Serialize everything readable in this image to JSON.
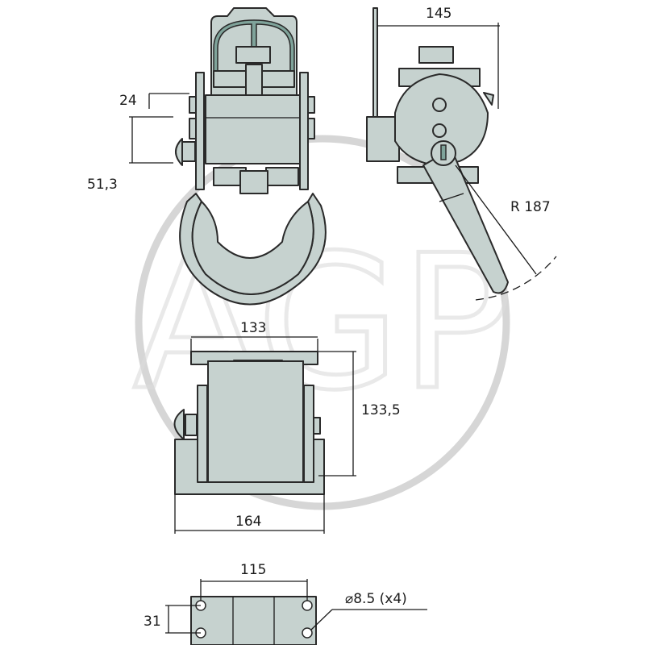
{
  "watermark": {
    "text": "AGP"
  },
  "dimensions": {
    "top_width": "145",
    "spacing_small": "24",
    "spacing_large": "51,3",
    "radius": "R 187",
    "plate_width": "133",
    "height": "133,5",
    "base_width": "164",
    "hole_spacing": "115",
    "hole_vertical": "31",
    "hole_diameter": "⌀8.5 (x4)"
  },
  "colors": {
    "part_fill": "#c6d2cf",
    "accent": "#7fa39a",
    "outline": "#2a2a2a"
  }
}
